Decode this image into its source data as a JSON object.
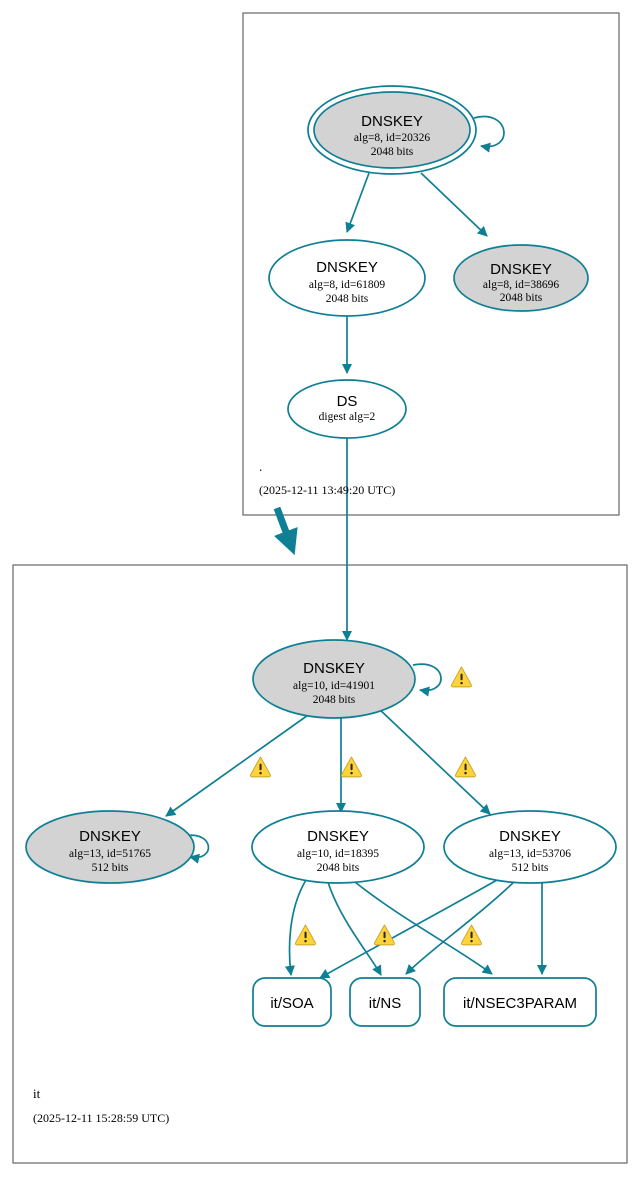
{
  "diagram": {
    "type": "dnssec-authentication-chain",
    "colors": {
      "edge": "#0f7f94",
      "node_stroke": "#0f7f94",
      "node_fill_secure": "#d3d3d3",
      "node_fill_plain": "#ffffff",
      "zone_border": "#666666",
      "warning": "#ffd43b"
    }
  },
  "zones": [
    {
      "id": "root",
      "name": ".",
      "timestamp": "(2025-12-11 13:49:20 UTC)"
    },
    {
      "id": "it",
      "name": "it",
      "timestamp": "(2025-12-11 15:28:59 UTC)"
    }
  ],
  "nodes": {
    "root_ksk": {
      "type": "DNSKEY",
      "title": "DNSKEY",
      "params": "alg=8, id=20326",
      "size": "2048 bits",
      "alg": 8,
      "key_id": 20326,
      "bits": 2048,
      "fill": "gray",
      "double_border": true,
      "self_loop": true
    },
    "root_zsk_61809": {
      "type": "DNSKEY",
      "title": "DNSKEY",
      "params": "alg=8, id=61809",
      "size": "2048 bits",
      "alg": 8,
      "key_id": 61809,
      "bits": 2048,
      "fill": "white",
      "double_border": false,
      "self_loop": false
    },
    "root_key_38696": {
      "type": "DNSKEY",
      "title": "DNSKEY",
      "params": "alg=8, id=38696",
      "size": "2048 bits",
      "alg": 8,
      "key_id": 38696,
      "bits": 2048,
      "fill": "gray",
      "double_border": false,
      "self_loop": false
    },
    "ds_it": {
      "type": "DS",
      "title": "DS",
      "params": "digest alg=2",
      "digest_alg": 2,
      "fill": "white"
    },
    "it_ksk_41901": {
      "type": "DNSKEY",
      "title": "DNSKEY",
      "params": "alg=10, id=41901",
      "size": "2048 bits",
      "alg": 10,
      "key_id": 41901,
      "bits": 2048,
      "fill": "gray",
      "double_border": false,
      "self_loop": true
    },
    "it_key_51765": {
      "type": "DNSKEY",
      "title": "DNSKEY",
      "params": "alg=13, id=51765",
      "size": "512 bits",
      "alg": 13,
      "key_id": 51765,
      "bits": 512,
      "fill": "gray",
      "double_border": false,
      "self_loop": true
    },
    "it_zsk_18395": {
      "type": "DNSKEY",
      "title": "DNSKEY",
      "params": "alg=10, id=18395",
      "size": "2048 bits",
      "alg": 10,
      "key_id": 18395,
      "bits": 2048,
      "fill": "white",
      "double_border": false,
      "self_loop": false
    },
    "it_zsk_53706": {
      "type": "DNSKEY",
      "title": "DNSKEY",
      "params": "alg=13, id=53706",
      "size": "512 bits",
      "alg": 13,
      "key_id": 53706,
      "bits": 512,
      "fill": "white",
      "double_border": false,
      "self_loop": false
    },
    "rr_soa": {
      "type": "RRset",
      "label": "it/SOA"
    },
    "rr_ns": {
      "type": "RRset",
      "label": "it/NS"
    },
    "rr_nsec3param": {
      "type": "RRset",
      "label": "it/NSEC3PARAM"
    }
  },
  "edges": [
    {
      "from": "root_ksk",
      "to": "root_ksk",
      "self": true,
      "warning": false
    },
    {
      "from": "root_ksk",
      "to": "root_zsk_61809",
      "warning": false
    },
    {
      "from": "root_ksk",
      "to": "root_key_38696",
      "warning": false
    },
    {
      "from": "root_zsk_61809",
      "to": "ds_it",
      "warning": false
    },
    {
      "from": "ds_it",
      "to": "it_ksk_41901",
      "delegation": true,
      "warning": false
    },
    {
      "from": "it_ksk_41901",
      "to": "it_ksk_41901",
      "self": true,
      "warning": true
    },
    {
      "from": "it_ksk_41901",
      "to": "it_key_51765",
      "warning": true
    },
    {
      "from": "it_ksk_41901",
      "to": "it_zsk_18395",
      "warning": true
    },
    {
      "from": "it_ksk_41901",
      "to": "it_zsk_53706",
      "warning": true
    },
    {
      "from": "it_key_51765",
      "to": "it_key_51765",
      "self": true,
      "warning": false
    },
    {
      "from": "it_zsk_18395",
      "to": "rr_soa",
      "warning": true
    },
    {
      "from": "it_zsk_18395",
      "to": "rr_ns",
      "warning": true
    },
    {
      "from": "it_zsk_18395",
      "to": "rr_nsec3param",
      "warning": true
    },
    {
      "from": "it_zsk_53706",
      "to": "rr_soa",
      "warning": false
    },
    {
      "from": "it_zsk_53706",
      "to": "rr_ns",
      "warning": false
    },
    {
      "from": "it_zsk_53706",
      "to": "rr_nsec3param",
      "warning": false
    }
  ],
  "warning_icons": {
    "count": 7,
    "glyph": "warning-triangle"
  }
}
